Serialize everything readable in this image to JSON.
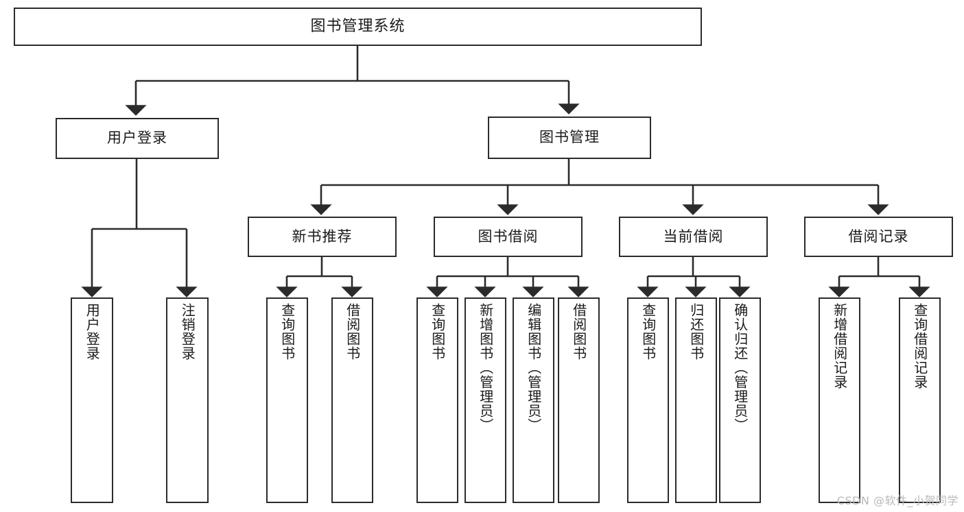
{
  "diagram": {
    "title": "图书管理系统",
    "watermark": "CSDN @软件_小贺同学",
    "colors": {
      "box_border": "#2b2b2b",
      "box_fill": "#ffffff",
      "edge": "#333333",
      "background": "#ffffff",
      "watermark": "#b9b9b9"
    },
    "nodes": {
      "root": {
        "label": "图书管理系统"
      },
      "level1": [
        {
          "id": "user-login",
          "label": "用户登录"
        },
        {
          "id": "book-manage",
          "label": "图书管理"
        }
      ],
      "level2": [
        {
          "id": "new-book-recommend",
          "label": "新书推荐"
        },
        {
          "id": "book-borrow",
          "label": "图书借阅"
        },
        {
          "id": "current-borrow",
          "label": "当前借阅"
        },
        {
          "id": "borrow-record",
          "label": "借阅记录"
        }
      ],
      "leaves": {
        "user-login": [
          {
            "id": "leaf-user-login",
            "label": "用户登录"
          },
          {
            "id": "leaf-logout-login",
            "label": "注销登录"
          }
        ],
        "new-book-recommend": [
          {
            "id": "leaf-query-book-1",
            "label": "查询图书"
          },
          {
            "id": "leaf-borrow-book-1",
            "label": "借阅图书"
          }
        ],
        "book-borrow": [
          {
            "id": "leaf-query-book-2",
            "label": "查询图书"
          },
          {
            "id": "leaf-add-book",
            "label": "新增图书（管理员）"
          },
          {
            "id": "leaf-edit-book",
            "label": "编辑图书（管理员）"
          },
          {
            "id": "leaf-borrow-book-2",
            "label": "借阅图书"
          }
        ],
        "current-borrow": [
          {
            "id": "leaf-query-book-3",
            "label": "查询图书"
          },
          {
            "id": "leaf-return-book",
            "label": "归还图书"
          },
          {
            "id": "leaf-confirm-return",
            "label": "确认归还（管理员）"
          }
        ],
        "borrow-record": [
          {
            "id": "leaf-add-record",
            "label": "新增借阅记录"
          },
          {
            "id": "leaf-query-record",
            "label": "查询借阅记录"
          }
        ]
      }
    }
  }
}
